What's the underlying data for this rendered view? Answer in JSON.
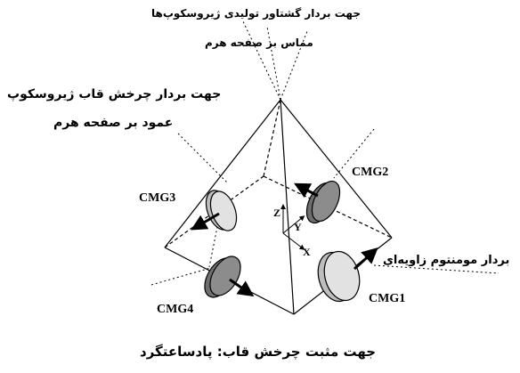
{
  "labels": {
    "gimbal_torque_1": "جهت بردار گشتاور تولیدی ژیروسکوپ‌ها",
    "gimbal_torque_2": "مماس بر صفحه هرم",
    "gimbal_axis_1": "جهت بردار چرخش قاب ژیروسکوپ",
    "gimbal_axis_2": "عمود بر صفحه هرم",
    "angular_momentum": "بردار مومنتوم زاویه‌ای",
    "positive_rotation": "جهت مثبت چرخش قاب:  پادساعتگرد"
  },
  "cmg": {
    "cmg1": "CMG1",
    "cmg2": "CMG2",
    "cmg3": "CMG3",
    "cmg4": "CMG4"
  },
  "axes": {
    "x": "X",
    "y": "Y",
    "z": "Z"
  },
  "colors": {
    "disk_dark": "#8c8c8c",
    "disk_light": "#e2e2e2",
    "line": "#000000"
  }
}
